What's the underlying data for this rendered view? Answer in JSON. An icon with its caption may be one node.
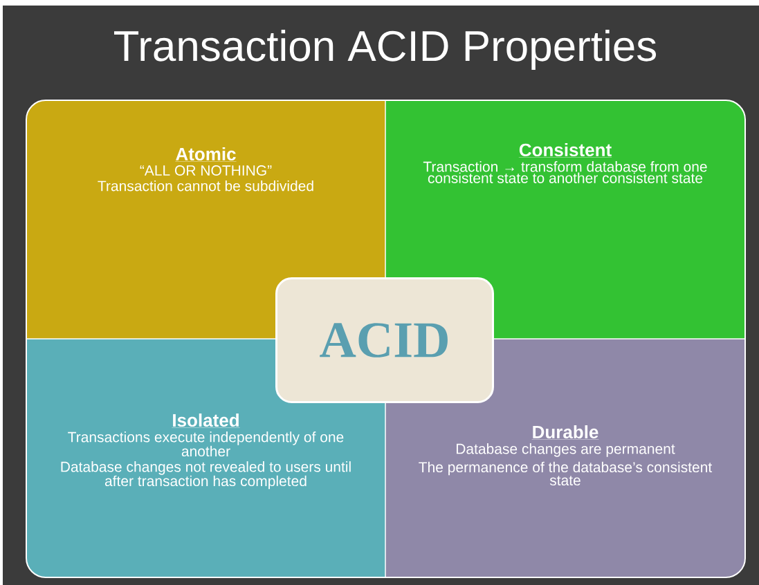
{
  "diagram": {
    "title": "Transaction ACID Properties",
    "nodes": [
      {
        "text": [
          "Atomic",
          "“ALL OR NOTHING”",
          "Transaction cannot be subdivided"
        ]
      },
      {
        "text": [
          "Consistent",
          "Transaction → transform database from one consistent state to another consistent state"
        ]
      },
      {
        "text": [
          "Isolated",
          "Transactions execute independently of one another",
          "Database changes not revealed to users until after transaction has completed"
        ]
      },
      {
        "text": [
          "Durable",
          "Database changes are permanent",
          "The permanence of the database’s consistent state"
        ]
      },
      {
        "text": [
          "ACID"
        ]
      }
    ]
  }
}
